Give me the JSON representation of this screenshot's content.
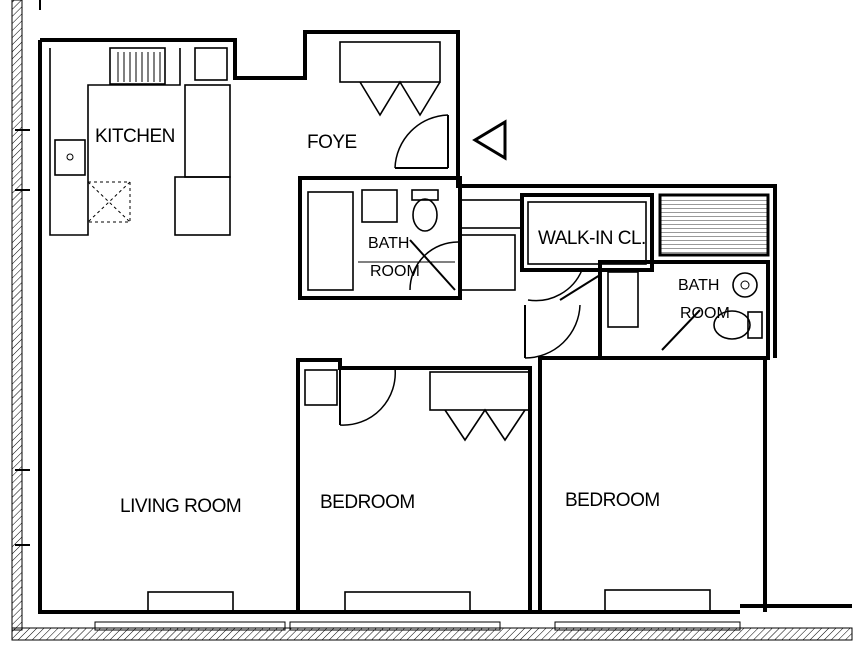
{
  "plan": {
    "rooms": {
      "kitchen": "KITCHEN",
      "foyer": "FOYE",
      "bath_1_line1": "BATH",
      "bath_1_line2": "ROOM",
      "walk_in_closet": "WALK-IN CL.",
      "bath_2_line1": "BATH",
      "bath_2_line2": "ROOM",
      "living_room": "LIVING ROOM",
      "bedroom_1": "BEDROOM",
      "bedroom_2": "BEDROOM"
    },
    "entry_marker": "entry-triangle-icon"
  }
}
